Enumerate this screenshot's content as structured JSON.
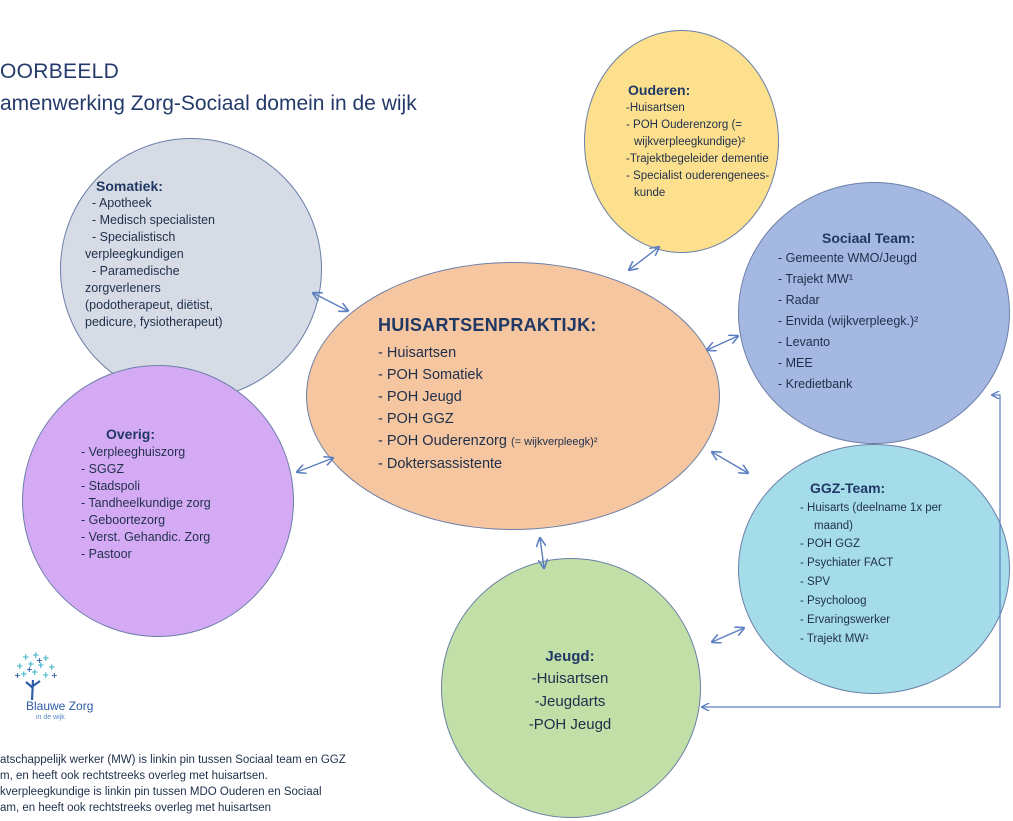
{
  "header": {
    "title": "OORBEELD",
    "subtitle": "amenwerking Zorg-Sociaal domein in de wijk"
  },
  "colors": {
    "somatiek": "#d6dbe5",
    "overig": "#d5aaf5",
    "center": "#f5c6a0",
    "ouderen": "#fce08e",
    "sociaal": "#a4b8e2",
    "ggz": "#a5dce9",
    "jeugd": "#c3dfa8",
    "arrow": "#5b7fc0"
  },
  "somatiek": {
    "title": "Somatiek:",
    "items": [
      "- Apotheek",
      "- Medisch specialisten",
      "- Specialistisch",
      "verpleegkundigen",
      "- Paramedische",
      "zorgverleners",
      "(podotherapeut, diëtist,",
      "pedicure, fysiotherapeut)"
    ]
  },
  "overig": {
    "title": "Overig:",
    "items": [
      "- Verpleeghuiszorg",
      "- SGGZ",
      "- Stadspoli",
      "- Tandheelkundige zorg",
      "- Geboortezorg",
      "- Verst. Gehandic. Zorg",
      "- Pastoor"
    ]
  },
  "center": {
    "title": "HUISARTSENPRAKTIJK:",
    "items": [
      "- Huisartsen",
      "- POH Somatiek",
      "- POH Jeugd",
      "- POH GGZ"
    ],
    "ouderenzorg_main": "- POH Ouderenzorg ",
    "ouderenzorg_small": "(= wijkverpleegk)²",
    "last": "- Doktersassistente"
  },
  "ouderen": {
    "title": "Ouderen:",
    "items": [
      "-Huisartsen",
      "- POH Ouderenzorg (=",
      "wijkverpleegkundige)²",
      "-Trajektbegeleider dementie",
      "- Specialist ouderengenees-",
      "kunde"
    ]
  },
  "sociaal": {
    "title": "Sociaal Team:",
    "items": [
      "- Gemeente WMO/Jeugd",
      "- Trajekt MW¹",
      "- Radar",
      "- Envida (wijkverpleegk.)²",
      "- Levanto",
      "- MEE",
      "- Kredietbank"
    ]
  },
  "ggz": {
    "title": "GGZ-Team:",
    "items": [
      "- Huisarts (deelname 1x per",
      "maand)",
      "- POH GGZ",
      "- Psychiater FACT",
      "- SPV",
      "- Psycholoog",
      "- Ervaringswerker",
      "- Trajekt MW¹"
    ]
  },
  "jeugd": {
    "title": "Jeugd:",
    "items": [
      "-Huisartsen",
      "-Jeugdarts",
      "-POH Jeugd"
    ]
  },
  "logo": {
    "name": "Blauwe Zorg",
    "sub": "in de wijk"
  },
  "footnotes": [
    "atschappelijk werker (MW) is linkin pin tussen Sociaal team en GGZ",
    "m, en heeft ook rechtstreeks overleg met huisartsen.",
    "kverpleegkundige is linkin pin tussen MDO Ouderen en Sociaal",
    "am, en heeft ook rechtstreeks overleg met huisartsen"
  ]
}
